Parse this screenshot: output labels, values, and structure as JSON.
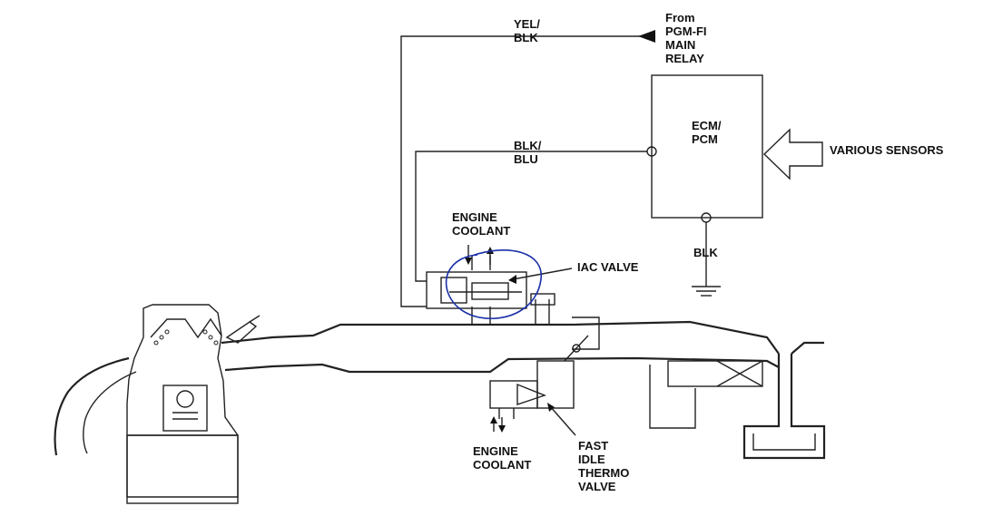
{
  "wires": {
    "top": "YEL/\nBLK",
    "middle": "BLK/\nBLU",
    "ground": "BLK"
  },
  "source": {
    "label": "From\nPGM-FI\nMAIN\nRELAY"
  },
  "ecm": {
    "label": "ECM/\nPCM"
  },
  "inputs": {
    "label": "VARIOUS SENSORS"
  },
  "components": {
    "coolant_top": "ENGINE\nCOOLANT",
    "iac_valve": "IAC VALVE",
    "coolant_bottom": "ENGINE\nCOOLANT",
    "fast_idle": "FAST\nIDLE\nTHERMO\nVALVE"
  },
  "colors": {
    "ink": "#222222",
    "annotation_circle": "#1a2fa8"
  }
}
